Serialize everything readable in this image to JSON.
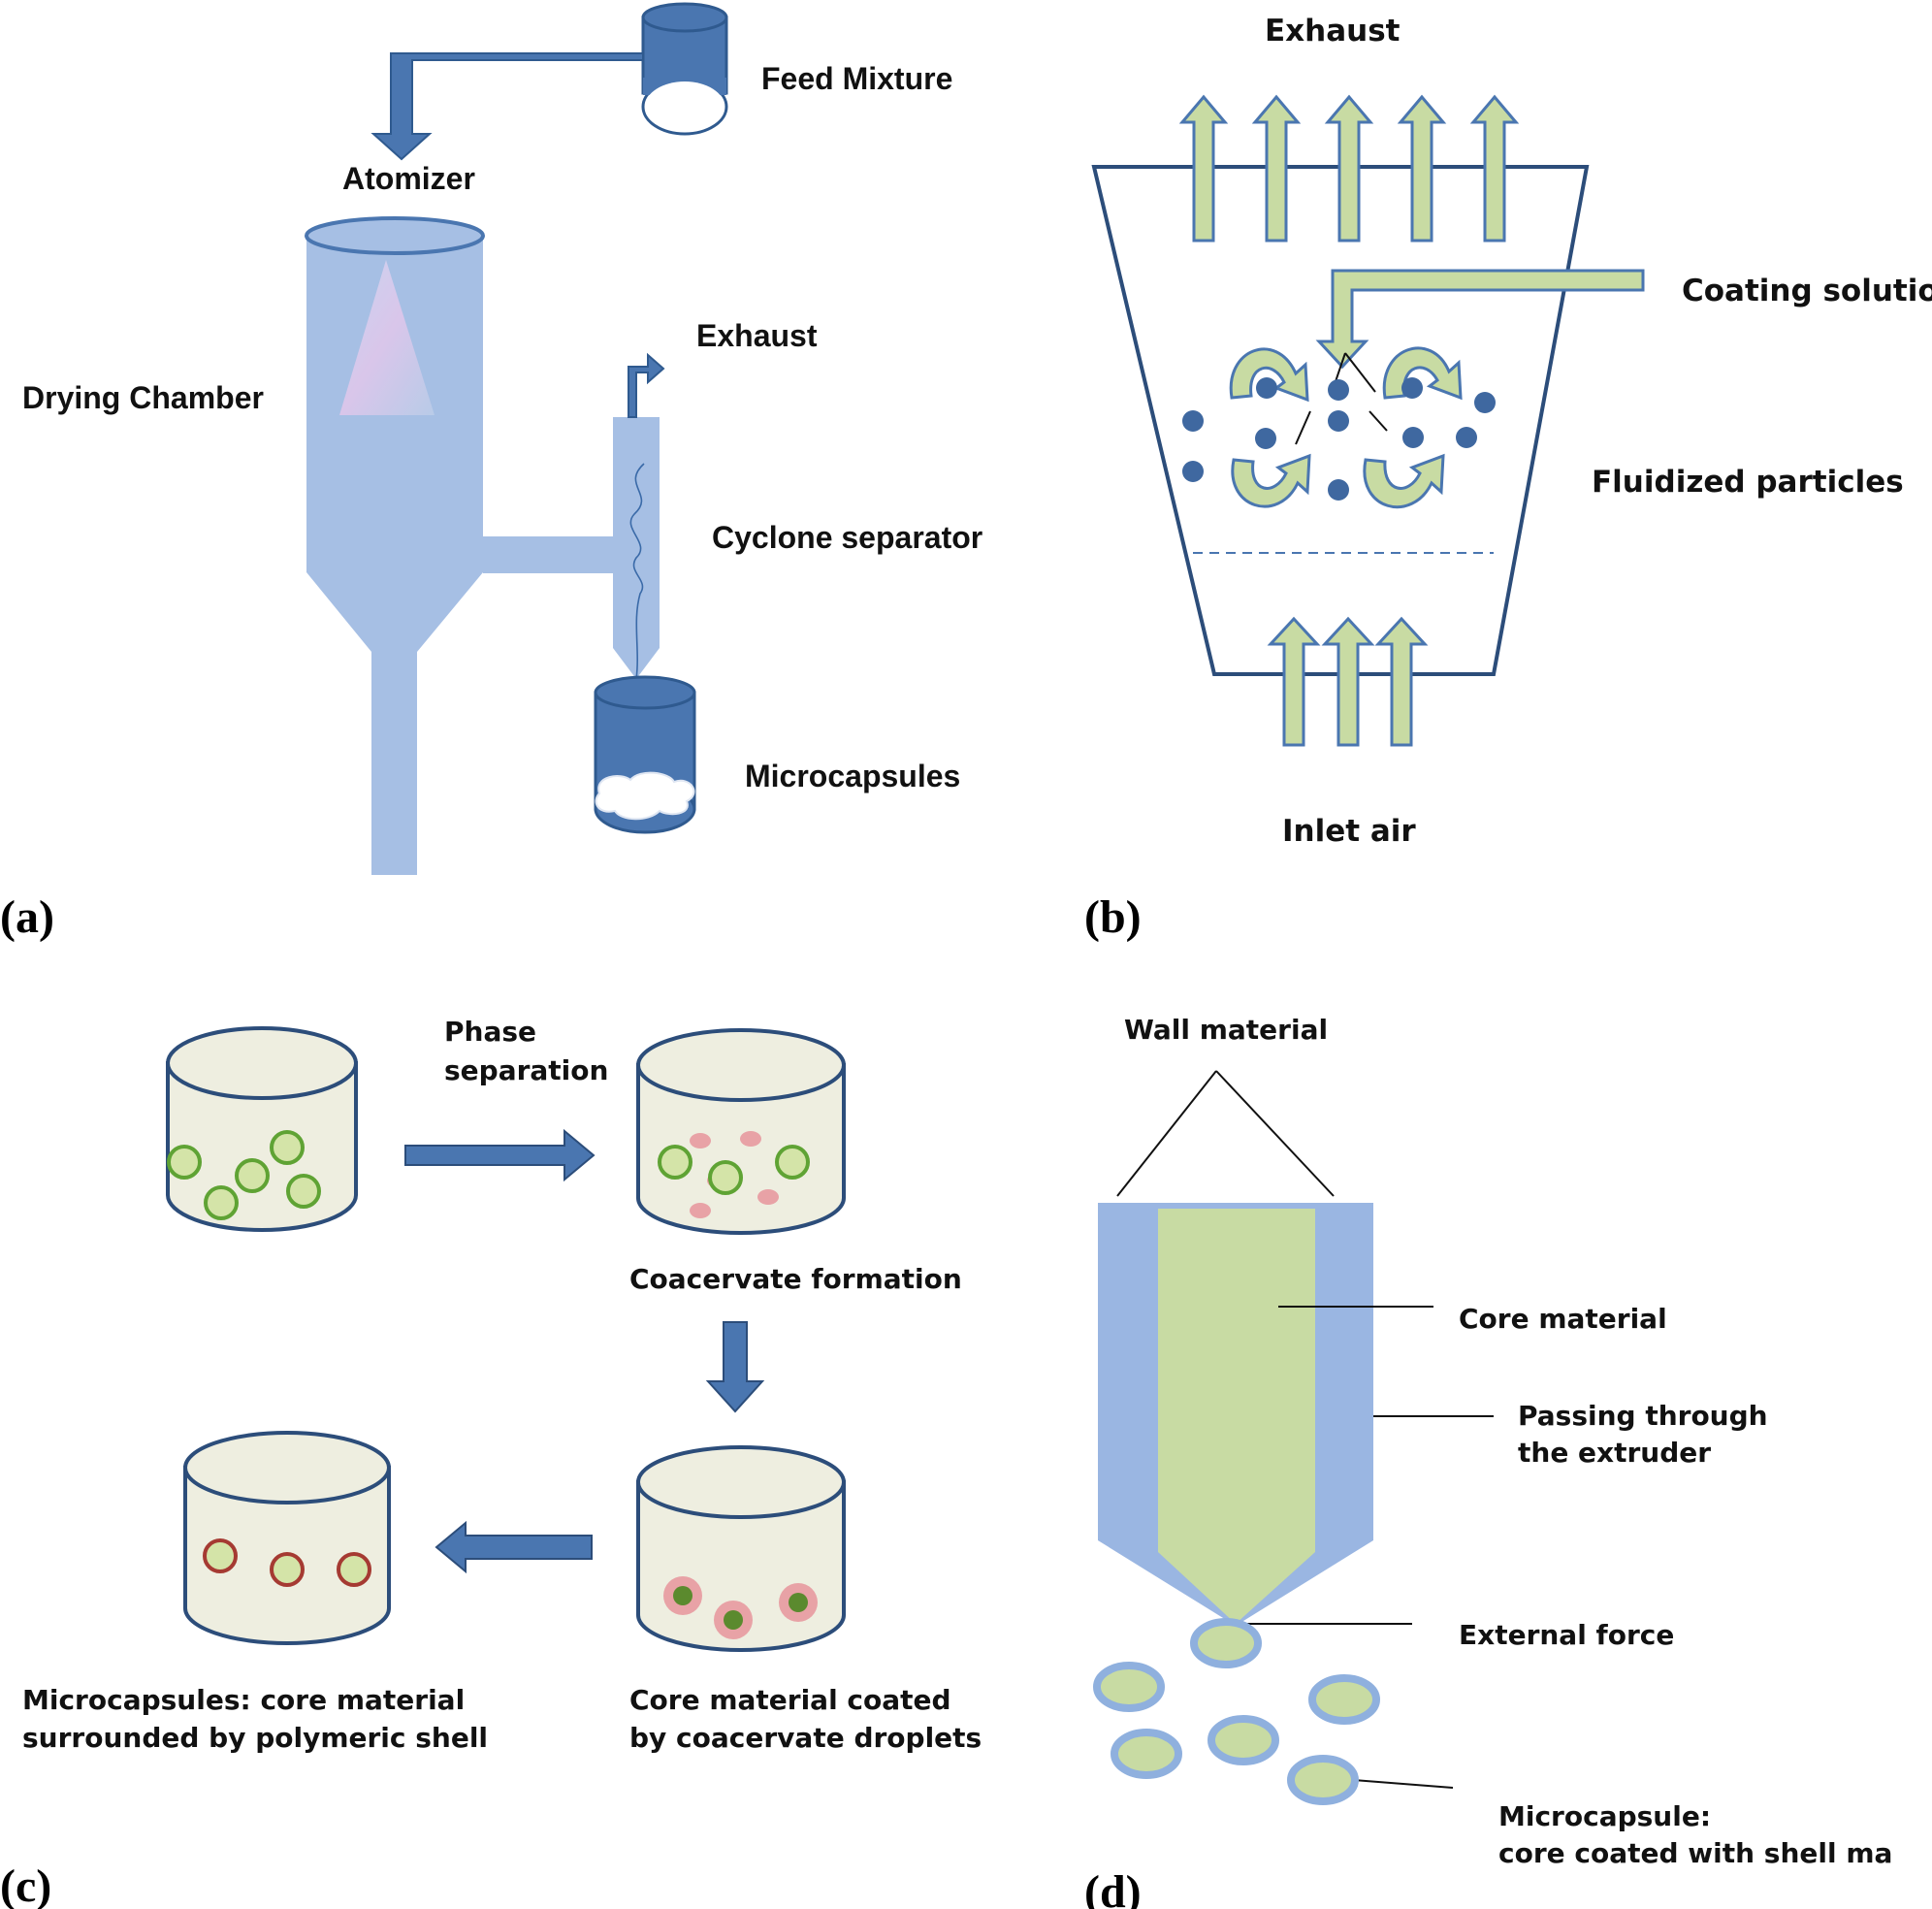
{
  "colors": {
    "dark_blue": "#4a76b0",
    "mid_blue": "#7fa3d4",
    "light_blue": "#a9c2e3",
    "green": "#c8dba3",
    "green_stroke": "#4d7db5",
    "cream": "#eeeee0",
    "pink": "#e8a2a6",
    "ring_green": "#5fa334",
    "ring_red": "#a53a32"
  },
  "panel_a": {
    "tag": "(a)",
    "feed_mixture": "Feed Mixture",
    "atomizer": "Atomizer",
    "drying_chamber": "Drying Chamber",
    "exhaust": "Exhaust",
    "cyclone_separator": "Cyclone separator",
    "microcapsules": "Microcapsules"
  },
  "panel_b": {
    "tag": "(b)",
    "exhaust": "Exhaust",
    "coating_solution": "Coating solution",
    "fluidized_particles": "Fluidized particles",
    "inlet_air": "Inlet air"
  },
  "panel_c": {
    "tag": "(c)",
    "phase_separation_1": "Phase",
    "phase_separation_2": "separation",
    "coacervate_formation": "Coacervate formation",
    "coated_1": "Core material coated",
    "coated_2": "by coacervate droplets",
    "micro_1": "Microcapsules: core material",
    "micro_2": "surrounded by  polymeric shell"
  },
  "panel_d": {
    "tag": "(d)",
    "wall_material": "Wall material",
    "core_material": "Core material",
    "passing_1": "Passing through",
    "passing_2": "the extruder",
    "external_force": "External force",
    "microcapsule_1": "Microcapsule:",
    "microcapsule_2": "core coated with shell ma"
  }
}
